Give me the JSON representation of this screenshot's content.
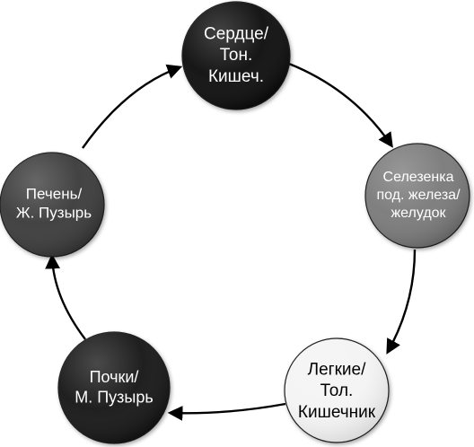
{
  "nodes": {
    "heart": {
      "lines": [
        "Сердце/",
        "Тон.",
        "Кишеч."
      ],
      "fill": "#0b0b0b",
      "text_color": "#ffffff"
    },
    "spleen": {
      "lines": [
        "Селезенка",
        "под. железа/",
        "желудок"
      ],
      "fill": "#7a7a7a",
      "text_color": "#ffffff"
    },
    "lungs": {
      "lines": [
        "Легкие/",
        "Тол.",
        "Кишечник"
      ],
      "fill": "#f4f4f4",
      "text_color": "#000000"
    },
    "kidneys": {
      "lines": [
        "Почки/",
        "М. Пузырь"
      ],
      "fill": "#121212",
      "text_color": "#ffffff"
    },
    "liver": {
      "lines": [
        "Печень/",
        "Ж. Пузырь"
      ],
      "fill": "#3a3a3a",
      "text_color": "#ffffff"
    }
  },
  "edges": [
    {
      "from": "heart",
      "to": "spleen"
    },
    {
      "from": "spleen",
      "to": "lungs"
    },
    {
      "from": "lungs",
      "to": "kidneys"
    },
    {
      "from": "kidneys",
      "to": "liver"
    },
    {
      "from": "liver",
      "to": "heart"
    }
  ]
}
